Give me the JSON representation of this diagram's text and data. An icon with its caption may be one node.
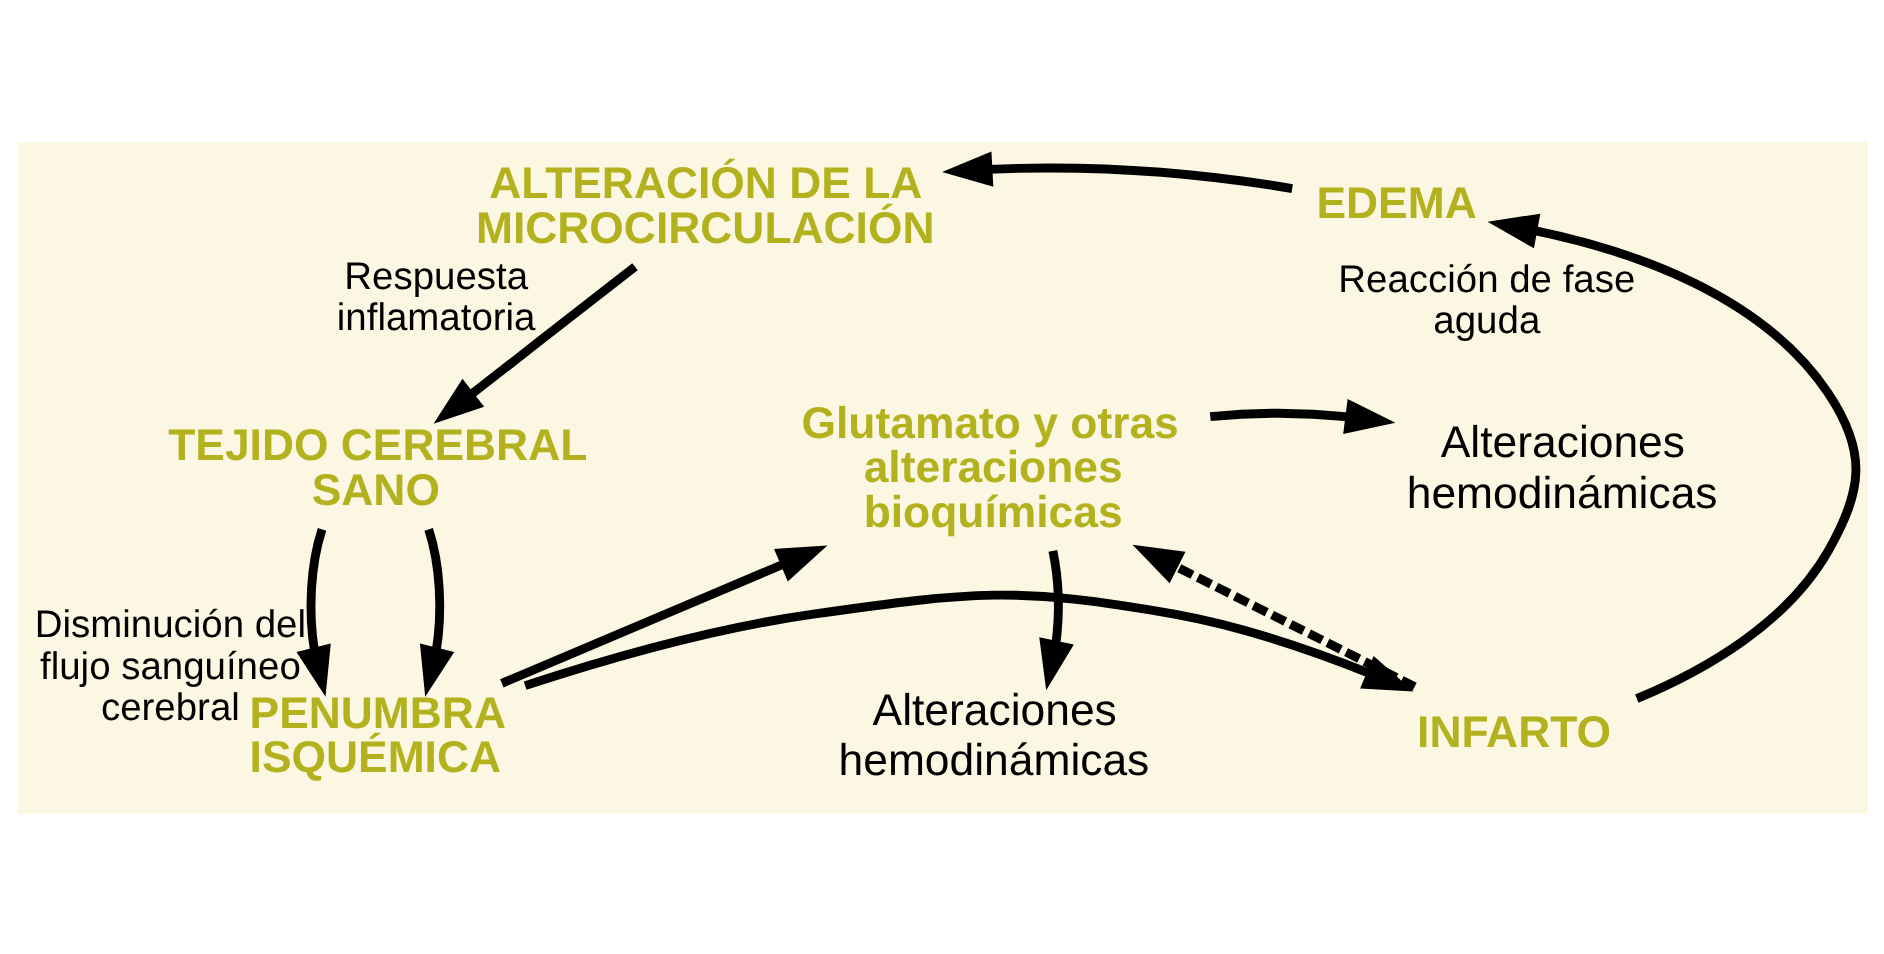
{
  "diagram": {
    "nodes": [
      {
        "text": [
          "ALTERACIÓN DE LA MICROCIRCULACIÓN"
        ]
      },
      {
        "text": [
          "EDEMA"
        ]
      },
      {
        "text": [
          "TEJIDO CEREBRAL SANO"
        ]
      },
      {
        "text": [
          "Glutamato y otras alteraciones bioquímicas"
        ]
      },
      {
        "text": [
          "INFARTO"
        ]
      },
      {
        "text": [
          "PENUMBRA ISQUÉMICA"
        ]
      },
      {
        "text": [
          "Alteraciones hemodinámicas"
        ]
      },
      {
        "text": [
          "Alteraciones hemodinámicas"
        ]
      }
    ],
    "edges": [
      {
        "from": 1,
        "to": 0,
        "arrow": "to"
      },
      {
        "from": 0,
        "to": 2,
        "arrow": "to",
        "label": "Respuesta inflamatoria"
      },
      {
        "from": 2,
        "to": 5,
        "arrow": "to",
        "label": "Disminución del flujo sanguíneo cerebral"
      },
      {
        "from": 2,
        "to": 5,
        "arrow": "to"
      },
      {
        "from": 5,
        "to": 3,
        "arrow": "to"
      },
      {
        "from": 3,
        "to": 6,
        "arrow": "to"
      },
      {
        "from": 3,
        "to": 7,
        "arrow": "to"
      },
      {
        "from": 5,
        "to": 4,
        "arrow": "to"
      },
      {
        "from": 4,
        "to": 1,
        "arrow": "to",
        "label": "Reacción de fase aguda"
      },
      {
        "from": 4,
        "to": 3,
        "arrow": "to",
        "style": "dashed"
      }
    ]
  }
}
